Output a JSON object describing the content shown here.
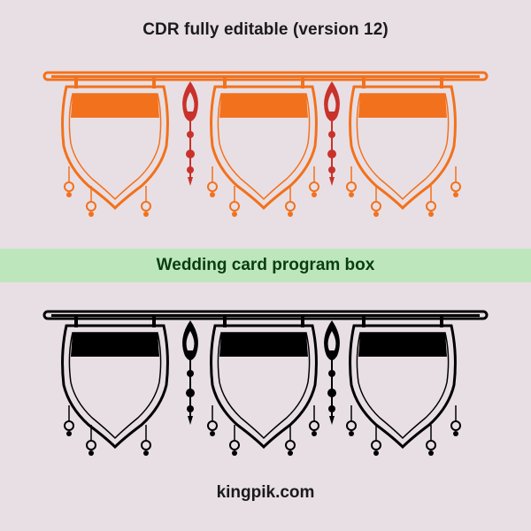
{
  "header": {
    "title": "CDR fully editable (version 12)"
  },
  "banner": {
    "text": "Wedding card program box",
    "background": "#bde6bc",
    "text_color": "#0a3d12"
  },
  "footer": {
    "site": "kingpik.com"
  },
  "artwork": {
    "color_version": {
      "rail_color": "#f2711c",
      "accent_color": "#c8322a",
      "panel_count": 3
    },
    "line_version": {
      "rail_color": "#000000",
      "accent_color": "#000000",
      "panel_count": 3
    }
  }
}
